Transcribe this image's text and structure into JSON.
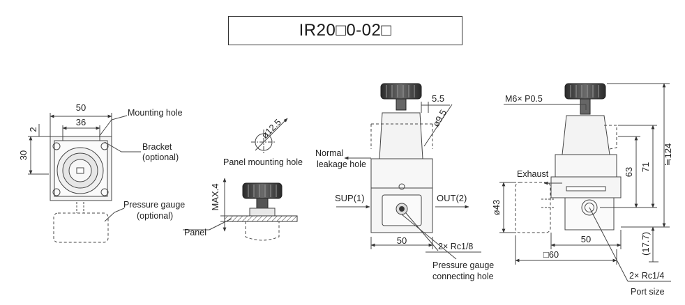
{
  "title": "IR20□0-02□",
  "front_view": {
    "dim_width": "50",
    "dim_inner": "36",
    "dim_top": "2",
    "dim_height": "30",
    "label_mounting_hole": "Mounting hole",
    "label_bracket": "Bracket",
    "label_bracket_optional": "(optional)",
    "label_pressure_gauge": "Pressure gauge",
    "label_pressure_gauge_optional": "(optional)"
  },
  "panel_view": {
    "dim_hole": "ø12.5",
    "label_panel_mounting_hole": "Panel mounting hole",
    "dim_max": "MAX.4",
    "label_panel": "Panel"
  },
  "side_view": {
    "dim_5_5": "5.5",
    "dim_9_5": "ø9.5",
    "label_normal": "Normal",
    "label_leakage_hole": "leakage hole",
    "label_sup": "SUP(1)",
    "label_out": "OUT(2)",
    "dim_50": "50",
    "label_rc": "2× Rc1/8",
    "label_gauge_line1": "Pressure gauge",
    "label_gauge_line2": "connecting hole"
  },
  "right_view": {
    "label_thread": "M6× P0.5",
    "label_exhaust": "Exhaust",
    "dim_124": "≒124",
    "dim_71": "71",
    "dim_63": "63",
    "dim_43": "ø43",
    "dim_50": "50",
    "dim_17_7": "(17.7)",
    "dim_sq60": "□60",
    "label_rc": "2×  Rc1/4",
    "label_port_size": "Port size"
  }
}
